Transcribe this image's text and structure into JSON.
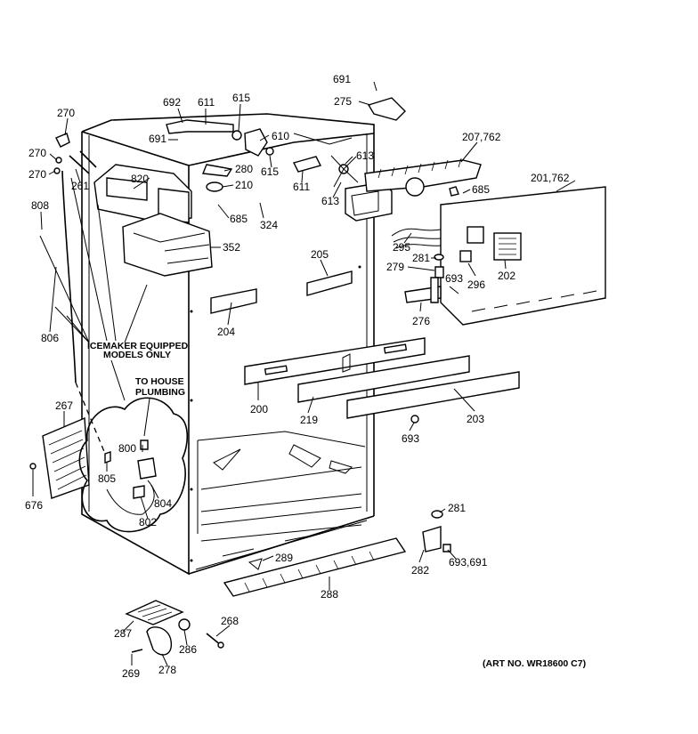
{
  "art_number": "(ART NO. WR18600 C7)",
  "notes": {
    "icemaker_line1": "ICEMAKER EQUIPPED",
    "icemaker_line2": "MODELS ONLY",
    "plumbing_line1": "TO HOUSE",
    "plumbing_line2": "PLUMBING"
  },
  "callouts": {
    "p691a": "691",
    "p275": "275",
    "p692": "692",
    "p611a": "611",
    "p615a": "615",
    "p270a": "270",
    "p691b": "691",
    "p610": "610",
    "p207": "207,762",
    "p270b": "270",
    "p613a": "613",
    "p270c": "270",
    "p261": "261",
    "p280": "280",
    "p615b": "615",
    "p820": "820",
    "p210": "210",
    "p611b": "611",
    "p685a": "685",
    "p613b": "613",
    "p201": "201,762",
    "p808": "808",
    "p685b": "685",
    "p324": "324",
    "p352": "352",
    "p295": "295",
    "p281a": "281",
    "p205": "205",
    "p279": "279",
    "p693a": "693",
    "p296": "296",
    "p202": "202",
    "p276": "276",
    "p204": "204",
    "p806": "806",
    "p200": "200",
    "p219": "219",
    "p203": "203",
    "p267": "267",
    "p693b": "693",
    "p800": "800",
    "p805": "805",
    "p804": "804",
    "p802": "802",
    "p676": "676",
    "p281b": "281",
    "p289": "289",
    "p282": "282",
    "p693c": "693,691",
    "p288": "288",
    "p268": "268",
    "p287": "287",
    "p286": "286",
    "p269": "269",
    "p278": "278"
  }
}
